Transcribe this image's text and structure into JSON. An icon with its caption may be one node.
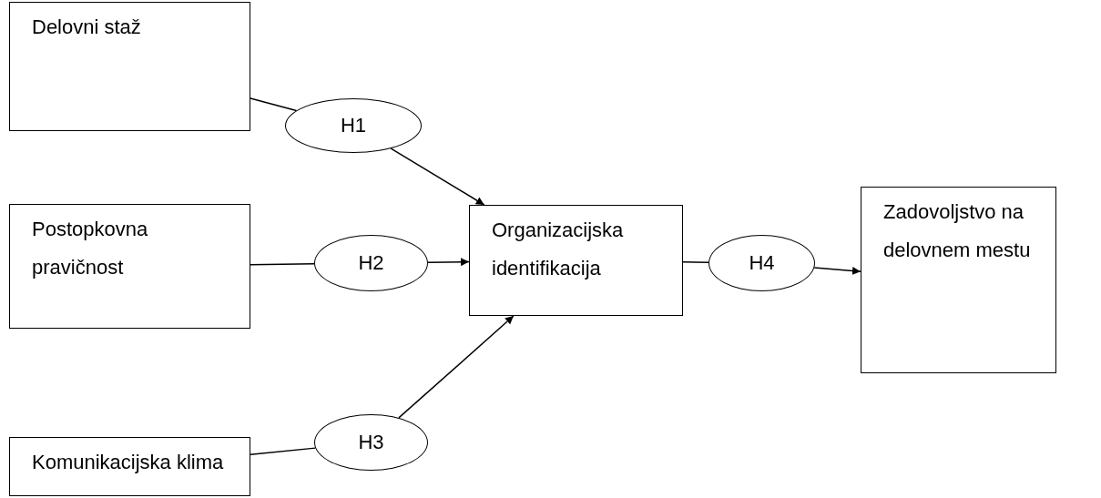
{
  "diagram": {
    "nodes": [
      {
        "text": [
          "Delovni staž"
        ]
      },
      {
        "text": [
          "H1"
        ]
      },
      {
        "text": [
          "Postopkovna pravičnost"
        ]
      },
      {
        "text": [
          "H2"
        ]
      },
      {
        "text": [
          "Organizacijska identifikacija"
        ]
      },
      {
        "text": [
          "H4"
        ]
      },
      {
        "text": [
          "Zadovoljstvo na delovnem mestu"
        ]
      },
      {
        "text": [
          "H3"
        ]
      },
      {
        "text": [
          "Komunikacijska klima"
        ]
      }
    ],
    "edges": [
      {
        "from": 0,
        "to": 1,
        "arrow": "none"
      },
      {
        "from": 1,
        "to": 4,
        "arrow": "to"
      },
      {
        "from": 2,
        "to": 3,
        "arrow": "none"
      },
      {
        "from": 3,
        "to": 4,
        "arrow": "to"
      },
      {
        "from": 8,
        "to": 7,
        "arrow": "none"
      },
      {
        "from": 7,
        "to": 4,
        "arrow": "to"
      },
      {
        "from": 4,
        "to": 5,
        "arrow": "none"
      },
      {
        "from": 5,
        "to": 6,
        "arrow": "to"
      }
    ]
  }
}
